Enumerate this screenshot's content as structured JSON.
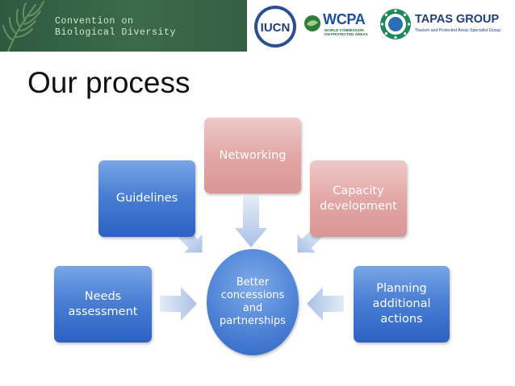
{
  "header": {
    "cbd_line1": "Convention on",
    "cbd_line2": "Biological Diversity",
    "iucn_text": "IUCN",
    "wcpa_title": "WCPA",
    "wcpa_sub1": "WORLD COMMISSION",
    "wcpa_sub2": "ON PROTECTED AREAS",
    "tapas_title": "TAPAS GROUP",
    "tapas_sub": "Tourism and Protected Areas Specialist Group"
  },
  "title": "Our process",
  "diagram": {
    "center": [
      "Better",
      "concessions",
      "and",
      "partnerships"
    ],
    "nodes": {
      "needs": [
        "Needs",
        "assessment"
      ],
      "guidelines": [
        "Guidelines"
      ],
      "networking": [
        "Networking"
      ],
      "capacity": [
        "Capacity",
        "development"
      ],
      "planning": [
        "Planning",
        "additional",
        "actions"
      ]
    }
  },
  "colors": {
    "blue_box": "#4a7fd4",
    "pink_box": "#e2a7a6",
    "arrow": "#b9ccea",
    "header_green": "#3b6b4a",
    "title_text": "#111111"
  }
}
